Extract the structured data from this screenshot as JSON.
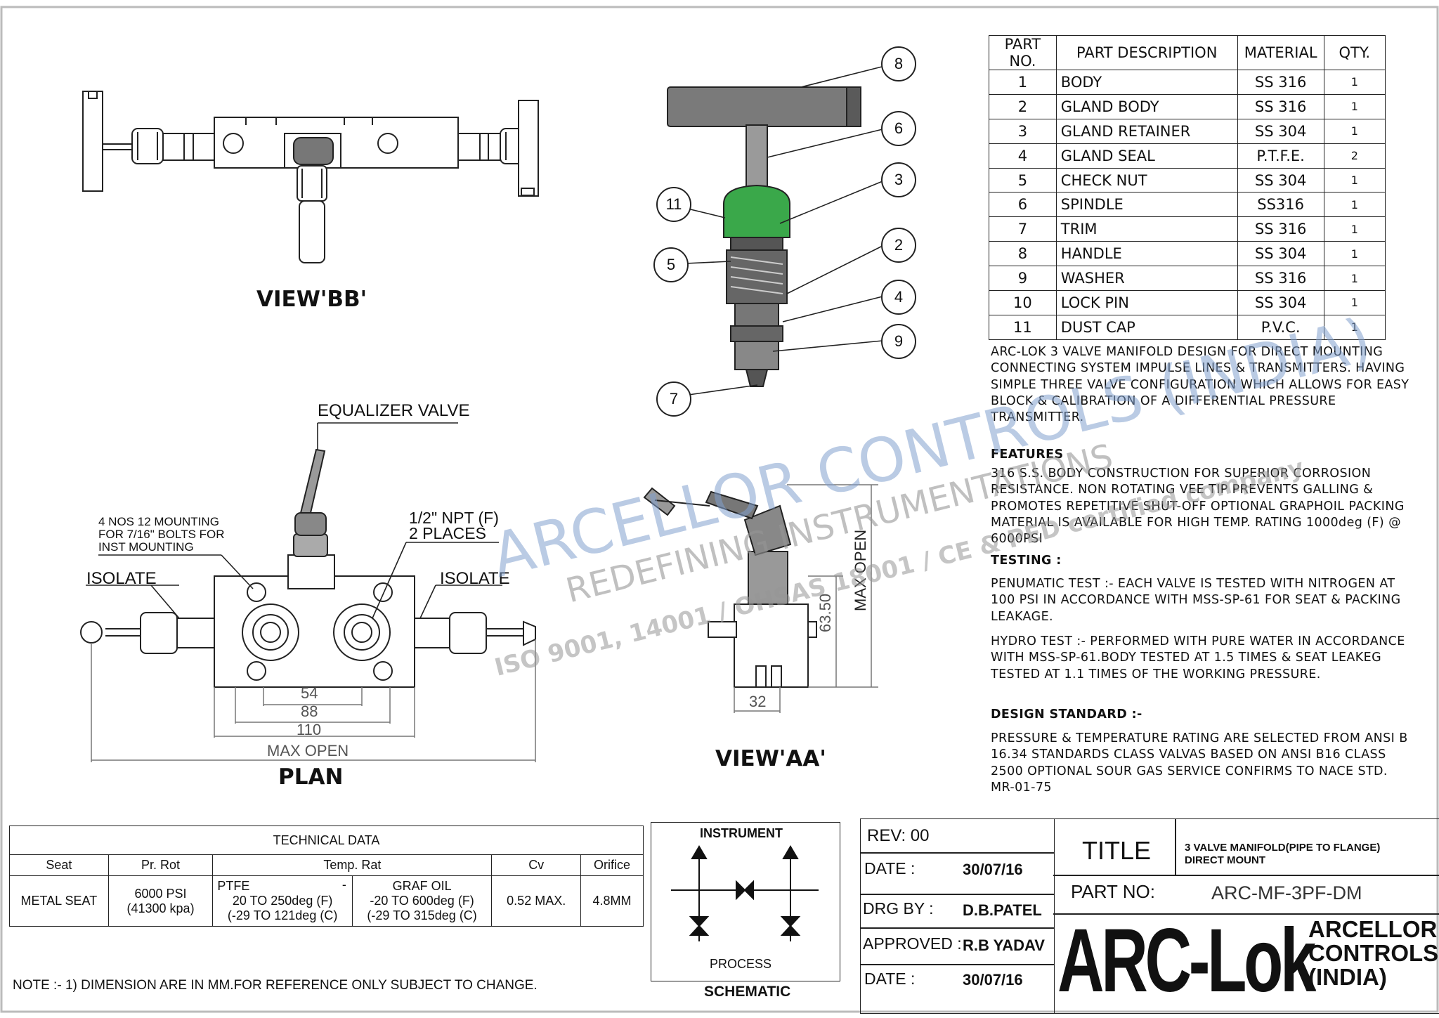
{
  "views": {
    "bb": "VIEW'BB'",
    "aa": "VIEW'AA'",
    "plan": "PLAN"
  },
  "callouts": {
    "equalizer": "EQUALIZER VALVE",
    "npt_1": "1/2\" NPT (F)",
    "npt_2": "2 PLACES",
    "isolate_left": "ISOLATE",
    "isolate_right": "ISOLATE",
    "mounting": "4 NOS 12 MOUNTING\nFOR 7/16\" BOLTS FOR\nINST MOUNTING"
  },
  "dimensions": {
    "d54": "54",
    "d88": "88",
    "d110": "110",
    "max_open_plan": "MAX OPEN",
    "d32": "32",
    "d6350": "63.50",
    "max_open_aa": "MAX OPEN"
  },
  "balloons": [
    "8",
    "6",
    "3",
    "2",
    "4",
    "9",
    "7",
    "11",
    "5"
  ],
  "parts_table": {
    "headers": [
      "PART NO.",
      "PART DESCRIPTION",
      "MATERIAL",
      "QTY."
    ],
    "rows": [
      [
        "1",
        "BODY",
        "SS 316",
        "1"
      ],
      [
        "2",
        "GLAND BODY",
        "SS 316",
        "1"
      ],
      [
        "3",
        "GLAND RETAINER",
        "SS 304",
        "1"
      ],
      [
        "4",
        "GLAND SEAL",
        "P.T.F.E.",
        "2"
      ],
      [
        "5",
        "CHECK NUT",
        "SS 304",
        "1"
      ],
      [
        "6",
        "SPINDLE",
        "SS316",
        "1"
      ],
      [
        "7",
        "TRIM",
        "SS 316",
        "1"
      ],
      [
        "8",
        "HANDLE",
        "SS 304",
        "1"
      ],
      [
        "9",
        "WASHER",
        "SS 316",
        "1"
      ],
      [
        "10",
        "LOCK PIN",
        "SS 304",
        "1"
      ],
      [
        "11",
        "DUST CAP",
        "P.V.C.",
        "1"
      ]
    ]
  },
  "description": {
    "intro": "ARC-LOK 3 VALVE MANIFOLD  DESIGN FOR DIRECT MOUNTING CONNECTING SYSTEM IMPULSE LINES & TRANSMITTERS. HAVING SIMPLE THREE VALVE CONFIGURATION WHICH ALLOWS FOR EASY BLOCK & CALIBRATION OF A DIFFERENTIAL PRESSURE TRANSMITTER.",
    "features_heading": "FEATURES",
    "features": "316 S.S. BODY CONSTRUCTION FOR SUPERIOR CORROSION RESISTANCE. NON ROTATING VEE TIP PREVENTS GALLING & PROMOTES REPETITIVE SHUT-OFF OPTIONAL GRAPHOIL PACKING MATERIAL IS AVAILABLE FOR HIGH TEMP. RATING 1000deg (F) @ 6000PSI",
    "testing_heading": "TESTING :",
    "pneumatic": "PENUMATIC TEST :-  EACH VALVE IS TESTED WITH NITROGEN AT 100 PSI IN ACCORDANCE WITH MSS-SP-61 FOR SEAT & PACKING LEAKAGE.",
    "hydro": "HYDRO TEST :- PERFORMED WITH PURE WATER IN ACCORDANCE WITH MSS-SP-61.BODY TESTED AT 1.5 TIMES & SEAT LEAKEG TESTED AT 1.1 TIMES OF THE WORKING PRESSURE.",
    "design_heading": "DESIGN STANDARD :-",
    "design": "PRESSURE  & TEMPERATURE RATING ARE SELECTED FROM ANSI B 16.34 STANDARDS CLASS VALVAS BASED ON ANSI B16 CLASS 2500 OPTIONAL SOUR  GAS SERVICE CONFIRMS TO NACE STD. MR-01-75"
  },
  "technical": {
    "title": "TECHNICAL DATA",
    "headers": {
      "seat": "Seat",
      "pr_rot": "Pr. Rot",
      "temp": "Temp. Rat",
      "cv": "Cv",
      "orifice": "Orifice"
    },
    "seat": "METAL SEAT",
    "pr_rot_1": "6000 PSI",
    "pr_rot_2": "(41300 kpa)",
    "ptfe_1": "PTFE",
    "ptfe_dash": "-",
    "ptfe_2": "20 TO 250deg (F)",
    "ptfe_3": "(-29 TO 121deg (C)",
    "graf_1": "GRAF OIL",
    "graf_2": "-20 TO 600deg (F)",
    "graf_3": "(-29 TO 315deg (C)",
    "cv": "0.52 MAX.",
    "orifice": "4.8MM"
  },
  "note": "NOTE :- 1) DIMENSION ARE IN MM.FOR REFERENCE ONLY SUBJECT  TO CHANGE.",
  "schematic": {
    "top": "INSTRUMENT",
    "bottom": "PROCESS",
    "label": "SCHEMATIC"
  },
  "title_block": {
    "rev": "REV: 00",
    "date_label": "DATE :",
    "date_value": "30/07/16",
    "drg_label": "DRG BY :",
    "drg_value": "D.B.PATEL",
    "approved_label": "APPROVED :",
    "approved_value": "R.B YADAV",
    "date2_label": "DATE :",
    "date2_value": "30/07/16",
    "title_label": "TITLE",
    "title_value_1": "3 VALVE MANIFOLD(PIPE TO FLANGE)",
    "title_value_2": "DIRECT MOUNT",
    "partno_label": "PART NO:",
    "partno_value": "ARC-MF-3PF-DM",
    "logo_text": "ARC-Lok",
    "company_1": "ARCELLOR",
    "company_2": "CONTROLS",
    "company_3": "(INDIA)"
  },
  "watermark": {
    "line1": "ARCELLOR CONTROLS (INDIA)",
    "line2": "REDEFINING INSTRUMENTATIONS",
    "line3": "ISO 9001, 14001 / OHSAS 18001 / CE & PED certified company"
  },
  "colors": {
    "line": "#222222",
    "metal": "#8a8a8a",
    "dark_metal": "#4a4a4a",
    "green_cap": "#3aa84a",
    "watermark_blue": "#9fb4d6",
    "watermark_grey": "#b8b8b8"
  }
}
